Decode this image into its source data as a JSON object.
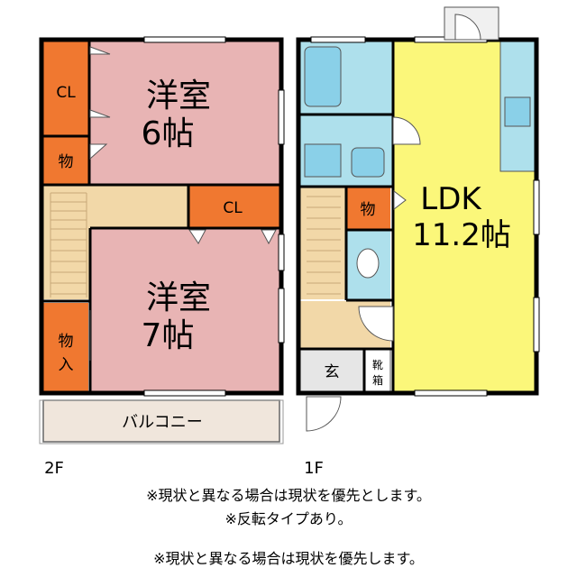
{
  "floor2": {
    "label": "2F",
    "room_western_6": {
      "name": "洋室",
      "size": "6帖"
    },
    "room_western_7": {
      "name": "洋室",
      "size": "7帖"
    },
    "closet_top": "CL",
    "closet_mid": "CL",
    "storage_small": "物",
    "storage_large": [
      "物",
      "入"
    ],
    "balcony": "バルコニー"
  },
  "floor1": {
    "label": "1F",
    "ldk": {
      "name": "LDK",
      "size": "11.2帖"
    },
    "storage": "物",
    "entrance": "玄",
    "shoe_cabinet": [
      "靴",
      "箱"
    ]
  },
  "notes": {
    "line1": "※現状と異なる場合は現状を優先とします。",
    "line2": "※反転タイプあり。",
    "line3": "※現状と異なる場合は現状を優先します。"
  },
  "colors": {
    "western_room": "#e8b4b4",
    "closet": "#f07830",
    "stairs": "#f2d8a8",
    "ldk": "#fbf77a",
    "wet_area": "#aee0ec",
    "bath_fixture": "#8ad0e8",
    "entrance": "#e6e6e6",
    "balcony": "#f0e6dc",
    "wall": "#000000"
  }
}
